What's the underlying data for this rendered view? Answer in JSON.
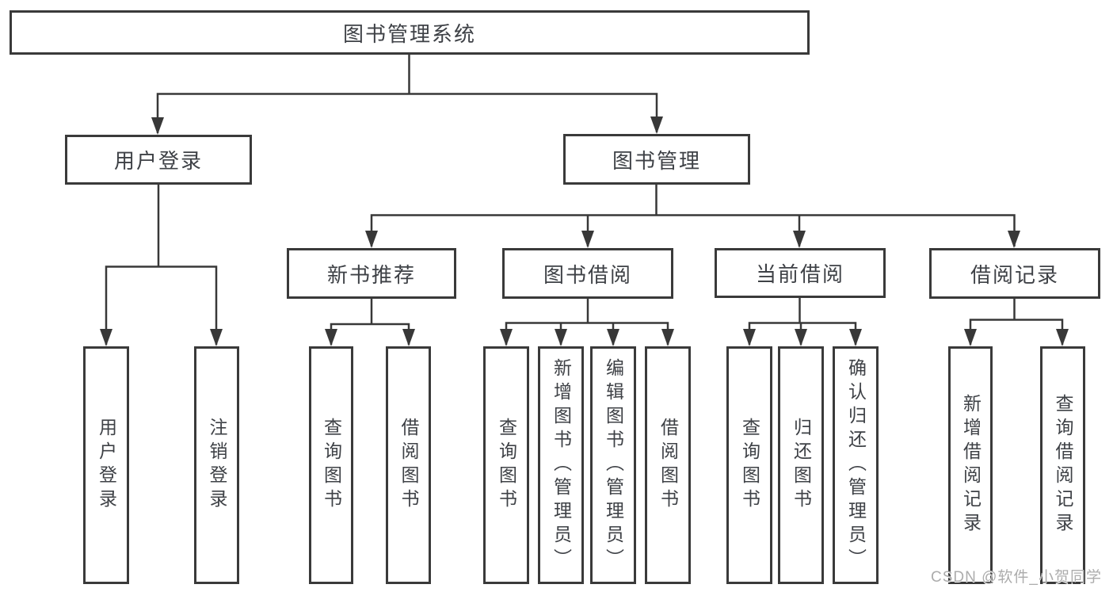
{
  "diagram": {
    "type": "hierarchy-tree",
    "root": {
      "label": "图书管理系统",
      "children": [
        {
          "label": "用户登录",
          "children": [
            {
              "label": "用户登录"
            },
            {
              "label": "注销登录"
            }
          ]
        },
        {
          "label": "图书管理",
          "children": [
            {
              "label": "新书推荐",
              "children": [
                {
                  "label": "查询图书"
                },
                {
                  "label": "借阅图书"
                }
              ]
            },
            {
              "label": "图书借阅",
              "children": [
                {
                  "label": "查询图书"
                },
                {
                  "label": "新增图书（管理员）"
                },
                {
                  "label": "编辑图书（管理员）"
                },
                {
                  "label": "借阅图书"
                }
              ]
            },
            {
              "label": "当前借阅",
              "children": [
                {
                  "label": "查询图书"
                },
                {
                  "label": "归还图书"
                },
                {
                  "label": "确认归还（管理员）"
                }
              ]
            },
            {
              "label": "借阅记录",
              "children": [
                {
                  "label": "新增借阅记录"
                },
                {
                  "label": "查询借阅记录"
                }
              ]
            }
          ]
        }
      ]
    },
    "colors": {
      "box_border": "#3a3a3a",
      "connector": "#383838",
      "text": "#3e4146",
      "background": "#ffffff",
      "watermark": "#acacac"
    }
  },
  "watermark": {
    "text": "CSDN @软件_小贺同学"
  }
}
